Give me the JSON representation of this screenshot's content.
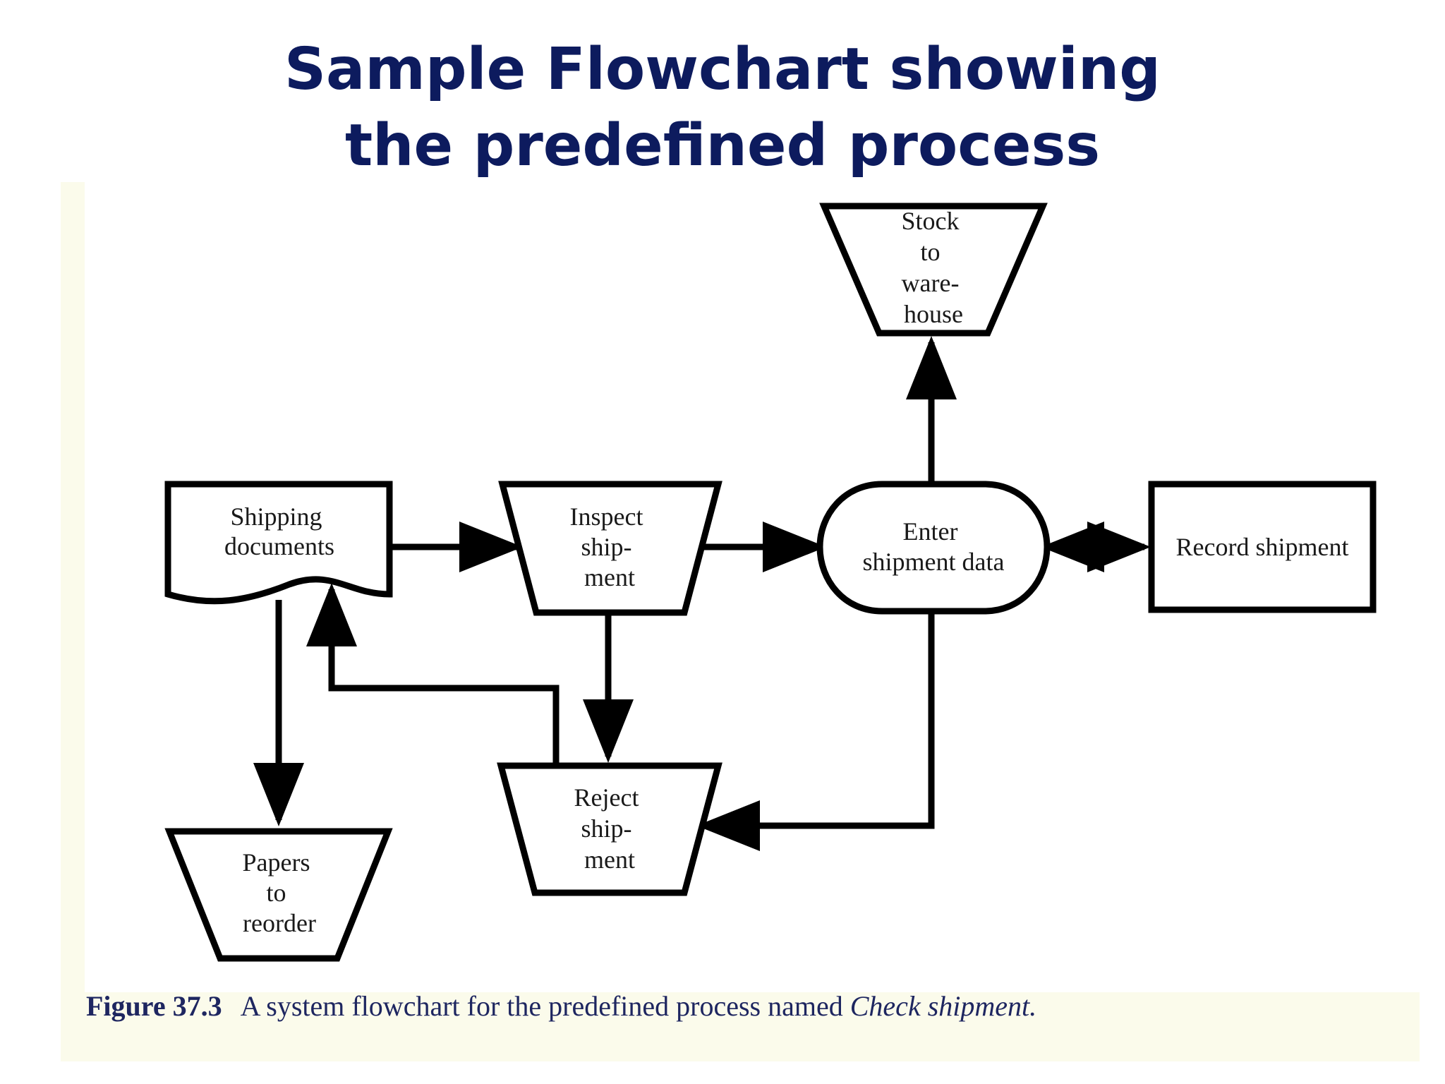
{
  "title": {
    "line1": "Sample Flowchart showing",
    "line2": "the  predefined process"
  },
  "nodes": {
    "shipping_documents": {
      "lines": [
        "Shipping",
        "documents"
      ]
    },
    "inspect_shipment": {
      "lines": [
        "Inspect",
        "ship-",
        "ment"
      ]
    },
    "enter_shipment_data": {
      "lines": [
        "Enter",
        "shipment data"
      ]
    },
    "record_shipment": {
      "lines": [
        "Record shipment"
      ]
    },
    "stock_to_warehouse": {
      "lines": [
        "Stock",
        "to",
        "ware-",
        "house"
      ]
    },
    "reject_shipment": {
      "lines": [
        "Reject",
        "ship-",
        "ment"
      ]
    },
    "papers_to_reorder": {
      "lines": [
        "Papers",
        "to",
        "reorder"
      ]
    }
  },
  "caption": {
    "figure_number": "Figure 37.3",
    "text": "A system flowchart for the predefined process named",
    "process_name": "Check shipment."
  },
  "colors": {
    "title": "#0d1b5e",
    "caption": "#1e2660",
    "stroke": "#000000",
    "panel": "#fbfbeb"
  }
}
